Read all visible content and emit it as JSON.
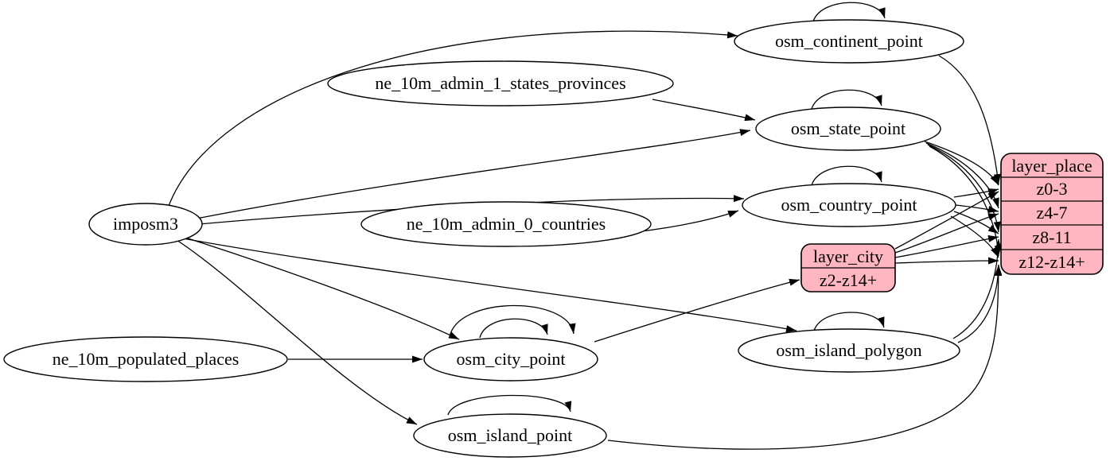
{
  "diagram": {
    "kind": "etl-graph",
    "colors": {
      "background": "#ffffff",
      "node_fill": "#ffffff",
      "record_fill": "#ffb6c1",
      "stroke": "#000000"
    },
    "nodes": {
      "imposm3": "imposm3",
      "ne_10m_admin_1_states_provinces": "ne_10m_admin_1_states_provinces",
      "ne_10m_admin_0_countries": "ne_10m_admin_0_countries",
      "ne_10m_populated_places": "ne_10m_populated_places",
      "osm_continent_point": "osm_continent_point",
      "osm_state_point": "osm_state_point",
      "osm_country_point": "osm_country_point",
      "osm_city_point": "osm_city_point",
      "osm_island_polygon": "osm_island_polygon",
      "osm_island_point": "osm_island_point"
    },
    "records": {
      "layer_city": {
        "title": "layer_city",
        "rows": [
          "z2-z14+"
        ]
      },
      "layer_place": {
        "title": "layer_place",
        "rows": [
          "z0-3",
          "z4-7",
          "z8-11",
          "z12-z14+"
        ]
      }
    },
    "edges": [
      {
        "from": "imposm3",
        "to": "osm_continent_point"
      },
      {
        "from": "imposm3",
        "to": "osm_state_point"
      },
      {
        "from": "imposm3",
        "to": "osm_country_point"
      },
      {
        "from": "imposm3",
        "to": "osm_city_point"
      },
      {
        "from": "imposm3",
        "to": "osm_island_polygon"
      },
      {
        "from": "imposm3",
        "to": "osm_island_point"
      },
      {
        "from": "ne_10m_admin_1_states_provinces",
        "to": "osm_state_point"
      },
      {
        "from": "ne_10m_admin_0_countries",
        "to": "osm_country_point"
      },
      {
        "from": "ne_10m_populated_places",
        "to": "osm_city_point"
      },
      {
        "from": "osm_continent_point",
        "to": "osm_continent_point"
      },
      {
        "from": "osm_state_point",
        "to": "osm_state_point"
      },
      {
        "from": "osm_country_point",
        "to": "osm_country_point"
      },
      {
        "from": "osm_city_point",
        "to": "osm_city_point"
      },
      {
        "from": "osm_city_point",
        "to": "osm_city_point"
      },
      {
        "from": "osm_island_polygon",
        "to": "osm_island_polygon"
      },
      {
        "from": "osm_island_point",
        "to": "osm_island_point"
      },
      {
        "from": "osm_city_point",
        "to": "layer_city:z2-z14+"
      },
      {
        "from": "osm_continent_point",
        "to": "layer_place:z0-3"
      },
      {
        "from": "osm_state_point",
        "to": "layer_place:z0-3"
      },
      {
        "from": "osm_state_point",
        "to": "layer_place:z4-7"
      },
      {
        "from": "osm_state_point",
        "to": "layer_place:z8-11"
      },
      {
        "from": "osm_state_point",
        "to": "layer_place:z12-z14+"
      },
      {
        "from": "osm_country_point",
        "to": "layer_place:z0-3"
      },
      {
        "from": "osm_country_point",
        "to": "layer_place:z4-7"
      },
      {
        "from": "osm_country_point",
        "to": "layer_place:z8-11"
      },
      {
        "from": "osm_country_point",
        "to": "layer_place:z12-z14+"
      },
      {
        "from": "layer_city",
        "to": "layer_place:z0-3"
      },
      {
        "from": "layer_city",
        "to": "layer_place:z4-7"
      },
      {
        "from": "layer_city",
        "to": "layer_place:z8-11"
      },
      {
        "from": "layer_city",
        "to": "layer_place:z12-z14+"
      },
      {
        "from": "osm_island_polygon",
        "to": "layer_place:z8-11"
      },
      {
        "from": "osm_island_polygon",
        "to": "layer_place:z12-z14+"
      },
      {
        "from": "osm_island_point",
        "to": "layer_place:z12-z14+"
      }
    ]
  }
}
